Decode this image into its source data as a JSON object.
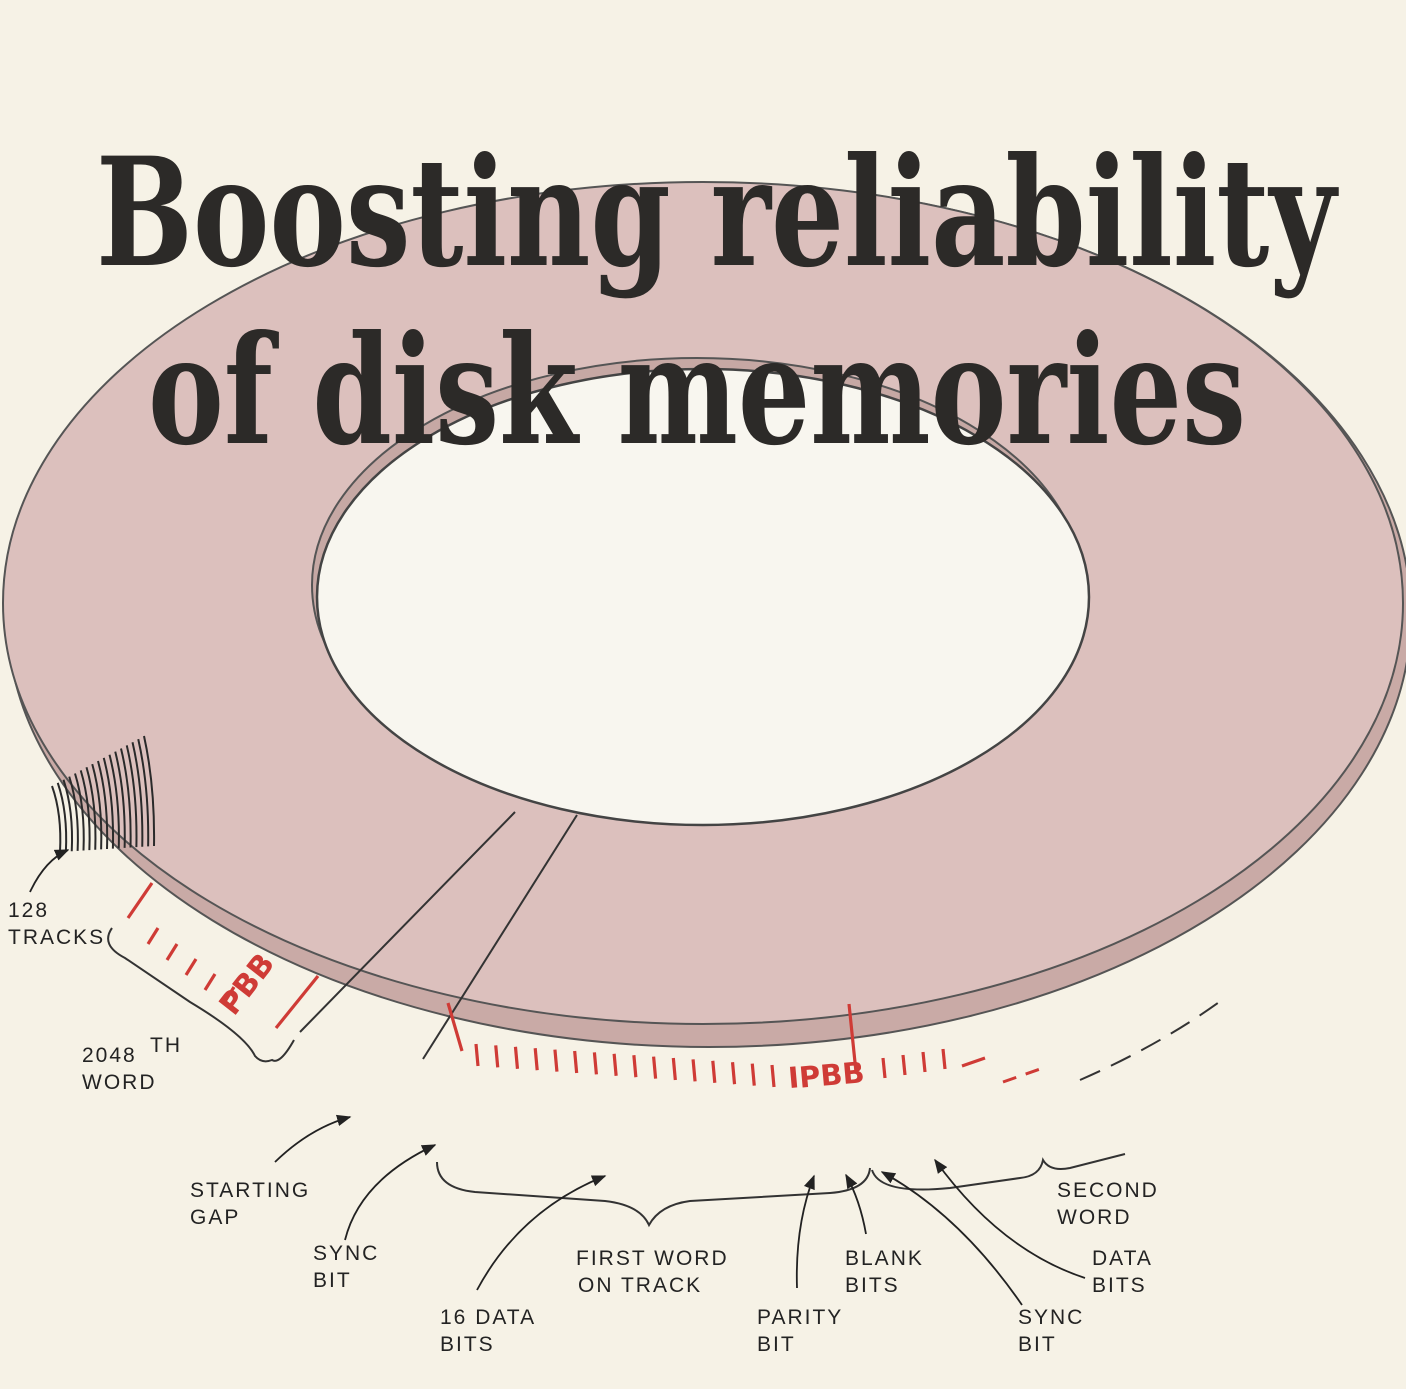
{
  "title": {
    "line1": "Boosting reliability",
    "line2": "of disk memories"
  },
  "labels": {
    "tracks_a": "128",
    "tracks_b": "TRACKS",
    "word2048_a": "2048",
    "word2048_sup": "TH",
    "word2048_b": "WORD",
    "starting_gap_a": "STARTING",
    "starting_gap_b": "GAP",
    "sync_bit_1_a": "SYNC",
    "sync_bit_1_b": "BIT",
    "data_bits_16_a": "16 DATA",
    "data_bits_16_b": "BITS",
    "first_word_a": "FIRST WORD",
    "first_word_b": "ON TRACK",
    "parity_bit_a": "PARITY",
    "parity_bit_b": "BIT",
    "blank_bits_a": "BLANK",
    "blank_bits_b": "BITS",
    "sync_bit_2_a": "SYNC",
    "sync_bit_2_b": "BIT",
    "data_bits_a": "DATA",
    "data_bits_b": "BITS",
    "second_word_a": "SECOND",
    "second_word_b": "WORD",
    "pbb_first": "PBB",
    "pbb_last": "PBB",
    "i_marker": "I"
  },
  "colors": {
    "background": "#f6f2e6",
    "disk": "#dcc0bd",
    "disk_edge": "#c9aaa6",
    "accent_red": "#cf3b36",
    "ink": "#232323"
  }
}
